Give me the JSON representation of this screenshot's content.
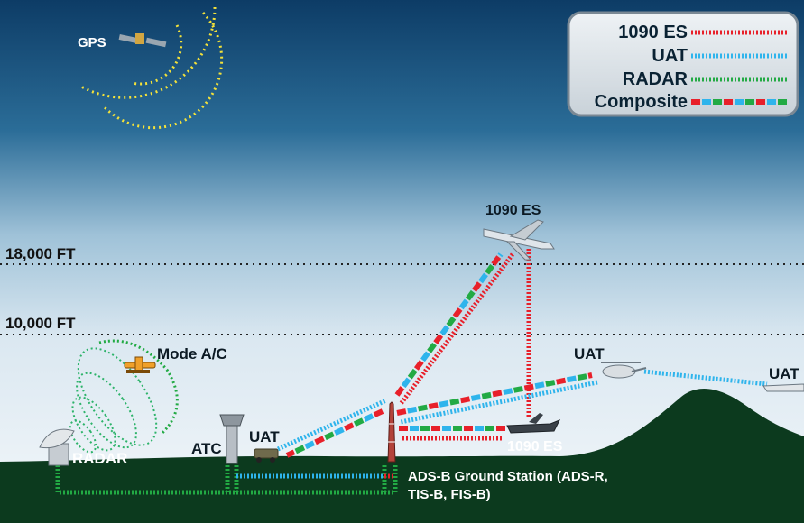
{
  "legend": {
    "items": [
      {
        "label": "1090 ES",
        "style": "red"
      },
      {
        "label": "UAT",
        "style": "blue"
      },
      {
        "label": "RADAR",
        "style": "green"
      },
      {
        "label": "Composite",
        "style": "composite"
      }
    ]
  },
  "labels": {
    "gps": "GPS",
    "altitude_high": "18,000 FT",
    "altitude_low": "10,000 FT",
    "mode_ac": "Mode A/C",
    "radar": "RADAR",
    "atc": "ATC",
    "uat_ground_vehicle": "UAT",
    "uat_helicopter": "UAT",
    "uat_far_aircraft": "UAT",
    "es_jet_high": "1090 ES",
    "es_jet_ground": "1090 ES",
    "ground_station_line1": "ADS-B Ground Station (ADS-R,",
    "ground_station_line2": "TIS-B, FIS-B)"
  },
  "colors": {
    "es_red": "#e8202a",
    "uat_blue": "#2eb4ec",
    "radar_green": "#22aa44",
    "terrain": "#0c3a1e",
    "sky_top": "#0d3c66"
  }
}
